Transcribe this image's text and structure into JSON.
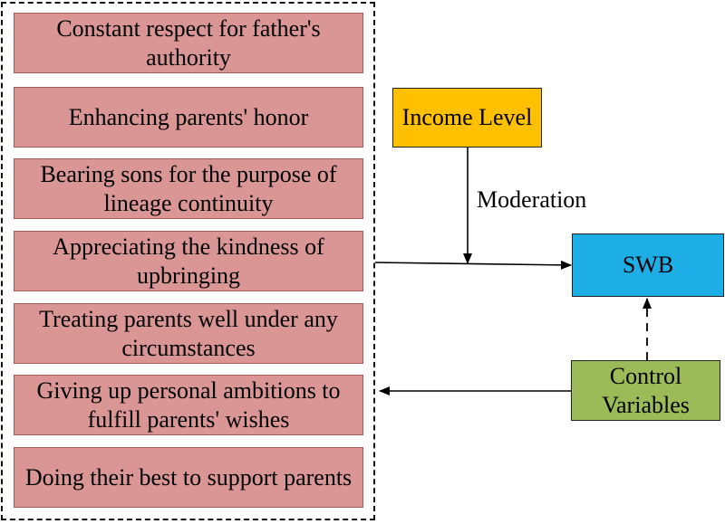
{
  "filial_items": [
    "Constant respect for father's authority",
    "Enhancing parents' honor",
    "Bearing sons for the purpose of lineage continuity",
    "Appreciating the kindness of upbringing",
    "Treating parents well under any circumstances",
    "Giving up personal ambitions to fulfill parents' wishes",
    "Doing their best to support parents"
  ],
  "income_level": "Income Level",
  "moderation": "Moderation",
  "swb": "SWB",
  "control_variables": "Control Variables",
  "colors": {
    "item_fill": "#d99694",
    "income_fill": "#ffc000",
    "swb_fill": "#1eaee6",
    "control_fill": "#9bbb59"
  }
}
